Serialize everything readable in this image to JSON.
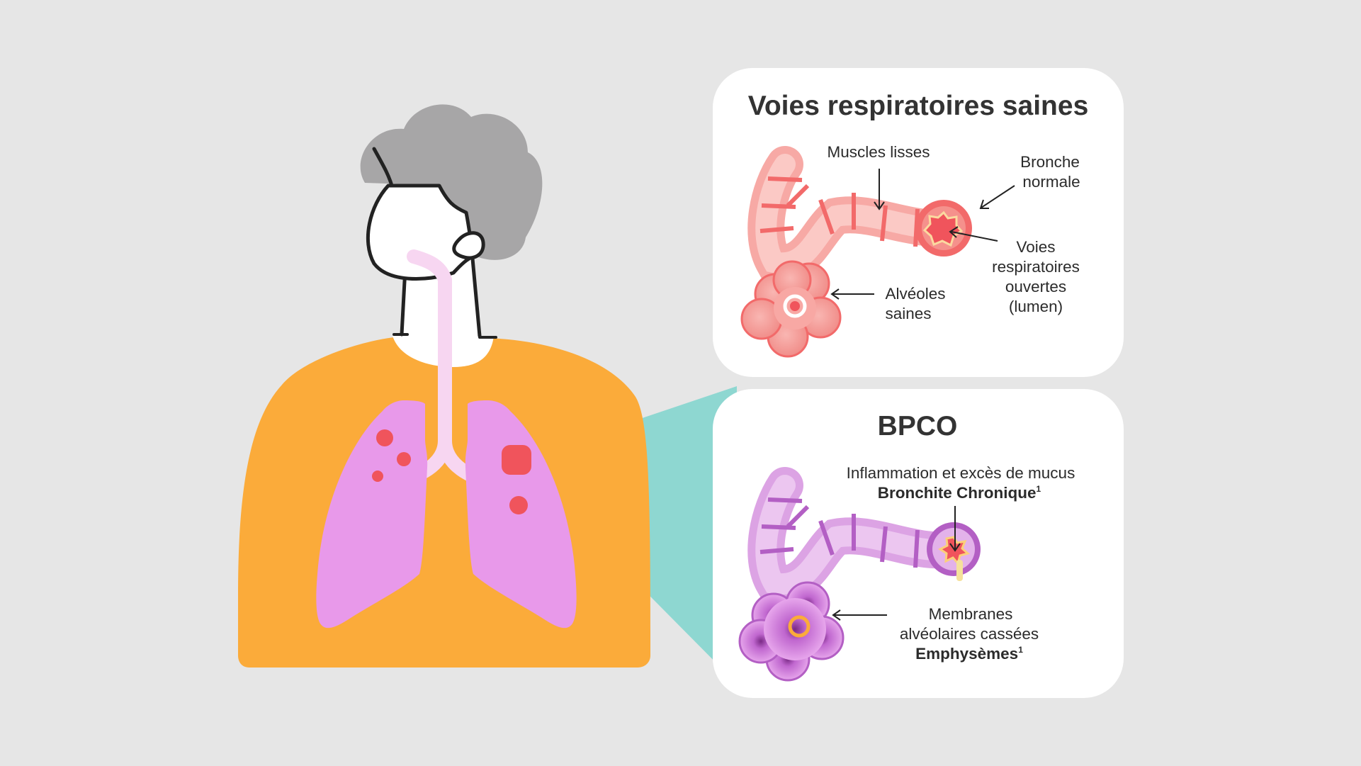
{
  "colors": {
    "background": "#e6e6e6",
    "shirt": "#fbab3a",
    "lungs": "#e899ea",
    "trachea": "#f7d6f1",
    "hair": "#a7a6a7",
    "inflammation_spots": "#f0545c",
    "zoom_cone": "#8ed7d1",
    "panel_bg": "#ffffff",
    "healthy_bronchus": "#f26a6a",
    "copd_bronchus": "#c77ad6"
  },
  "healthy_panel": {
    "title": "Voies respiratoires saines",
    "labels": {
      "smooth_muscles": "Muscles lisses",
      "normal_bronchus_l1": "Bronche",
      "normal_bronchus_l2": "normale",
      "open_airways_l1": "Voies",
      "open_airways_l2": "respiratoires",
      "open_airways_l3": "ouvertes",
      "open_airways_l4": "(lumen)",
      "alveoli_l1": "Alvéoles",
      "alveoli_l2": "saines"
    }
  },
  "copd_panel": {
    "title": "BPCO",
    "labels": {
      "inflammation_l1": "Inflammation et excès de mucus",
      "chronic_bronchitis": "Bronchite Chronique",
      "chronic_bronchitis_ref": "1",
      "membranes_l1": "Membranes",
      "membranes_l2": "alvéolaires cassées",
      "emphysema": "Emphysèmes",
      "emphysema_ref": "1"
    }
  }
}
